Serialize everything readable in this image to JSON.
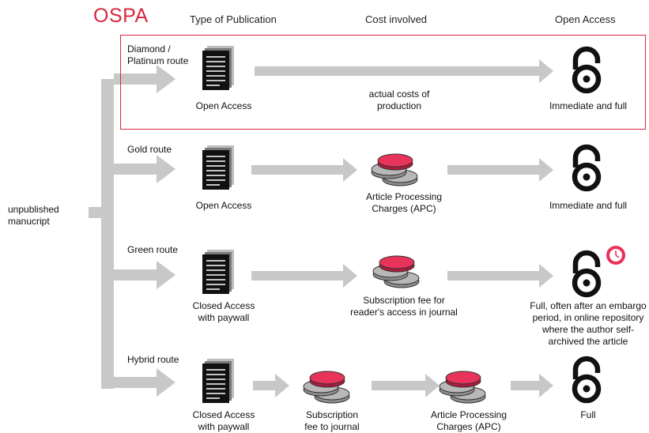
{
  "logo": "OSPA",
  "headers": {
    "type": "Type of Publication",
    "cost": "Cost involved",
    "oa": "Open Access"
  },
  "source": {
    "line1": "unpublished",
    "line2": "manucript"
  },
  "routes": [
    {
      "name_line1": "Diamond /",
      "name_line2": "Platinum route",
      "pub_line1": "Open Access",
      "pub_line2": "",
      "cost_note_line1": "actual costs of",
      "cost_note_line2": "production",
      "oa_text_lines": [
        "Immediate and full"
      ]
    },
    {
      "name_line1": "Gold route",
      "pub_line1": "Open Access",
      "pub_line2": "",
      "cost_line1": "Article Processing",
      "cost_line2": "Charges (APC)",
      "oa_text_lines": [
        "Immediate and full"
      ]
    },
    {
      "name_line1": "Green route",
      "pub_line1": "Closed Access",
      "pub_line2": "with paywall",
      "cost_line1": "Subscription fee for",
      "cost_line2": "reader's access in journal",
      "oa_text_lines": [
        "Full, often after an embargo",
        "period, in online repository",
        "where the author self-",
        "archived the article"
      ]
    },
    {
      "name_line1": "Hybrid route",
      "pub_line1": "Closed Access",
      "pub_line2": "with paywall",
      "cost1_line1": "Subscription",
      "cost1_line2": "fee to journal",
      "cost2_line1": "Article Processing",
      "cost2_line2": "Charges (APC)",
      "oa_text_lines": [
        "Full"
      ]
    }
  ],
  "colors": {
    "accent": "#d8273f",
    "arrow_gray": "#c8c8c8",
    "coin_gray": "#9a9a9a",
    "coin_pink": "#e8345a",
    "document": "#111111"
  },
  "icons": [
    "document-icon",
    "coins-icon",
    "open-access-lock-icon",
    "clock-icon"
  ]
}
